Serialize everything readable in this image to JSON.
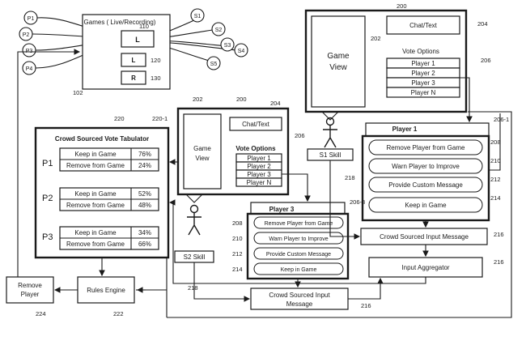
{
  "games": {
    "title": "Games ( Live/Recording)",
    "players": [
      "P1",
      "P2",
      "P3",
      "P4"
    ],
    "spectators": [
      "S1",
      "S2",
      "S3",
      "S4",
      "S5"
    ],
    "slots": [
      "L",
      "L",
      "R"
    ],
    "refs": {
      "box": "102",
      "lines": "110",
      "slot2": "120",
      "slot3": "130"
    }
  },
  "game_view_large": {
    "ref": "200",
    "view_ref": "202",
    "chat_ref": "204",
    "vote_ref": "206",
    "view_label_1": "Game",
    "view_label_2": "View",
    "chat_label": "Chat/Text",
    "vote_title": "Vote Options",
    "vote_items": [
      "Player 1",
      "Player 2",
      "Player 3",
      "Player N"
    ],
    "skill_label": "S1 Skill",
    "skill_ref": "218"
  },
  "game_view_mid": {
    "ref": "200",
    "view_ref": "202",
    "chat_ref": "204",
    "vote_ref": "206",
    "view_label_1": "Game",
    "view_label_2": "View",
    "chat_label": "Chat/Text",
    "vote_title": "Vote Options",
    "vote_items": [
      "Player 1",
      "Player 2",
      "Player 3",
      "Player N"
    ],
    "skill_label": "S2 Skill",
    "skill_ref": "218"
  },
  "player1_panel": {
    "title": "Player 1",
    "ref": "206-1",
    "options": [
      "Remove Player from Game",
      "Warn Player to Improve",
      "Provide Custom Message",
      "Keep in Game"
    ],
    "option_refs": [
      "208",
      "210",
      "212",
      "214"
    ]
  },
  "player3_panel": {
    "title": "Player 3",
    "ref": "206-3",
    "options": [
      "Remove Player from Game",
      "Warn Player to Improve",
      "Provide Custom Message",
      "Keep in Game"
    ],
    "option_refs": [
      "208",
      "210",
      "212",
      "214"
    ]
  },
  "tabulator": {
    "title": "Crowd Sourced Vote Tabulator",
    "ref": "220",
    "ref2": "220-1",
    "groups": [
      {
        "player": "P1",
        "rows": [
          {
            "label": "Keep in Game",
            "pct": "76%"
          },
          {
            "label": "Remove from Game",
            "pct": "24%"
          }
        ]
      },
      {
        "player": "P2",
        "rows": [
          {
            "label": "Keep in Game",
            "pct": "52%"
          },
          {
            "label": "Remove from Game",
            "pct": "48%"
          }
        ]
      },
      {
        "player": "P3",
        "rows": [
          {
            "label": "Keep in Game",
            "pct": "34%"
          },
          {
            "label": "Remove from Game",
            "pct": "66%"
          }
        ]
      }
    ]
  },
  "flow": {
    "remove_player_1": "Remove",
    "remove_player_2": "Player",
    "remove_ref": "224",
    "rules_engine": "Rules Engine",
    "rules_ref": "222",
    "csim_top": "Crowd Sourced Input Message",
    "csim_top_ref": "216",
    "aggregator": "Input Aggregator",
    "aggregator_ref": "216",
    "csim_bottom_1": "Crowd Sourced Input",
    "csim_bottom_2": "Message",
    "csim_bottom_ref": "216"
  }
}
